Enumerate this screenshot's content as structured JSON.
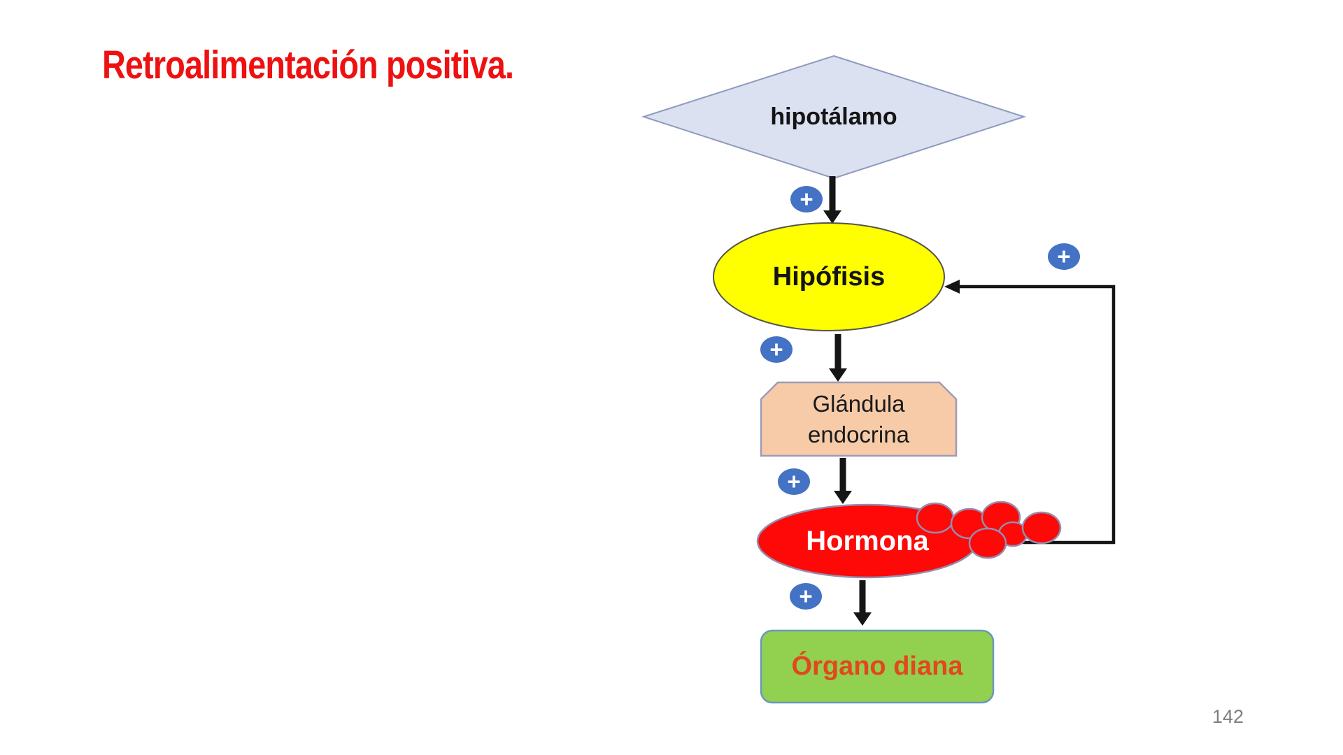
{
  "slide": {
    "title": "Retroalimentación positiva.",
    "title_color": "#ee1111",
    "page_number": "142",
    "background": "#ffffff"
  },
  "diagram": {
    "plus_symbol": "+",
    "plus_badge_fill": "#4472c4",
    "plus_badge_text_color": "#ffffff",
    "connector_color": "#151515",
    "nodes": {
      "hipotalamo": {
        "label": "hipotálamo",
        "shape": "diamond",
        "fill": "#dbe1f1",
        "stroke": "#8e9bc0",
        "text_color": "#141414"
      },
      "hipofisis": {
        "label": "Hipófisis",
        "shape": "ellipse",
        "fill": "#ffff00",
        "stroke": "#55554d",
        "text_color": "#141414"
      },
      "glandula": {
        "label_line1": "Glándula",
        "label_line2": "endocrina",
        "shape": "snip-corner-rectangle",
        "fill": "#f7cba8",
        "stroke": "#9d9cb8",
        "text_color": "#1a1a1a"
      },
      "hormona": {
        "label": "Hormona",
        "shape": "ellipse-with-bubbles",
        "fill": "#fe0808",
        "stroke": "#968cae",
        "text_color": "#ffffff"
      },
      "organo": {
        "label": "Órgano diana",
        "shape": "rounded-rectangle",
        "fill": "#92d050",
        "stroke": "#6b98ba",
        "text_color": "#e2471d"
      }
    },
    "flow": [
      "hipotalamo → hipofisis (+)",
      "hipofisis → glandula (+)",
      "glandula → hormona (+)",
      "hormona → organo (+)",
      "hormona → hipofisis feedback (+)"
    ]
  }
}
